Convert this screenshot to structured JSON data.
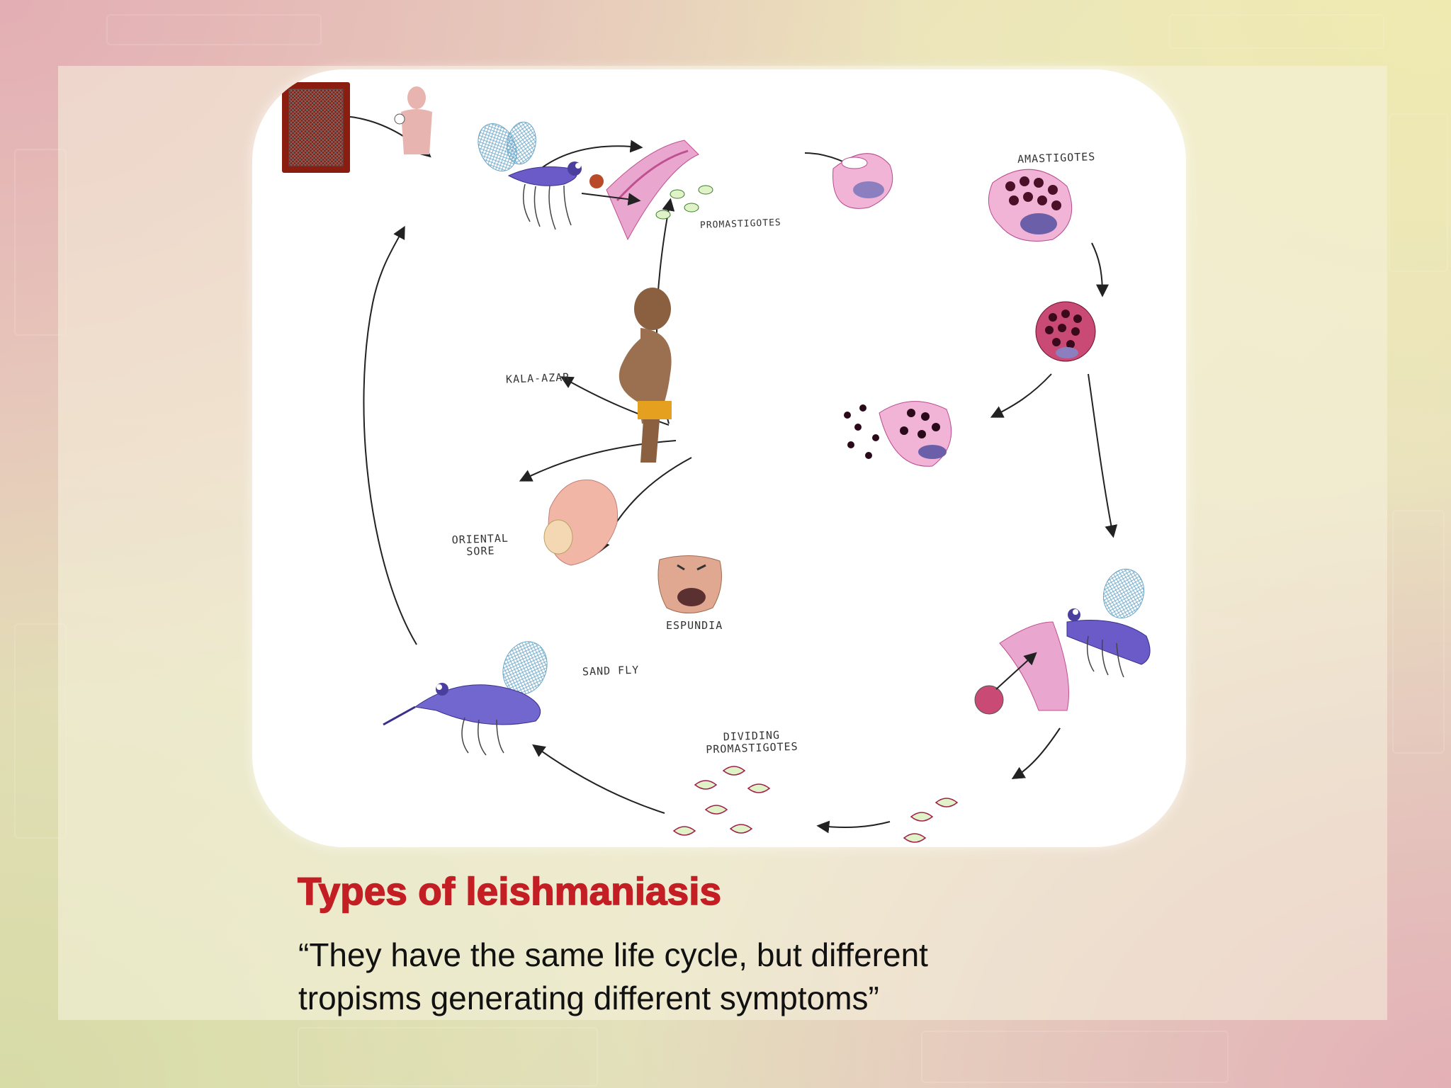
{
  "slide": {
    "title": "Types of leishmaniasis",
    "quote_line1": "“They have the same life cycle, but different",
    "quote_line2": "tropisms generating different symptoms”",
    "title_color": "#c41e25"
  },
  "diagram": {
    "labels": {
      "promastigotes": "PROMASTIGOTES",
      "amastigotes": "AMASTIGOTES",
      "kala_azar": "KALA-AZAR",
      "oriental_sore_1": "ORIENTAL",
      "oriental_sore_2": "SORE",
      "espundia": "ESPUNDIA",
      "sand_fly": "SAND FLY",
      "dividing_1": "DIVIDING",
      "dividing_2": "PROMASTIGOTES"
    },
    "icons": [
      "window-icon",
      "human-host-icon",
      "sand-fly-icon",
      "skin-tissue-icon",
      "macrophage-icon",
      "child-icon",
      "arm-lesion-icon",
      "face-icon"
    ]
  }
}
